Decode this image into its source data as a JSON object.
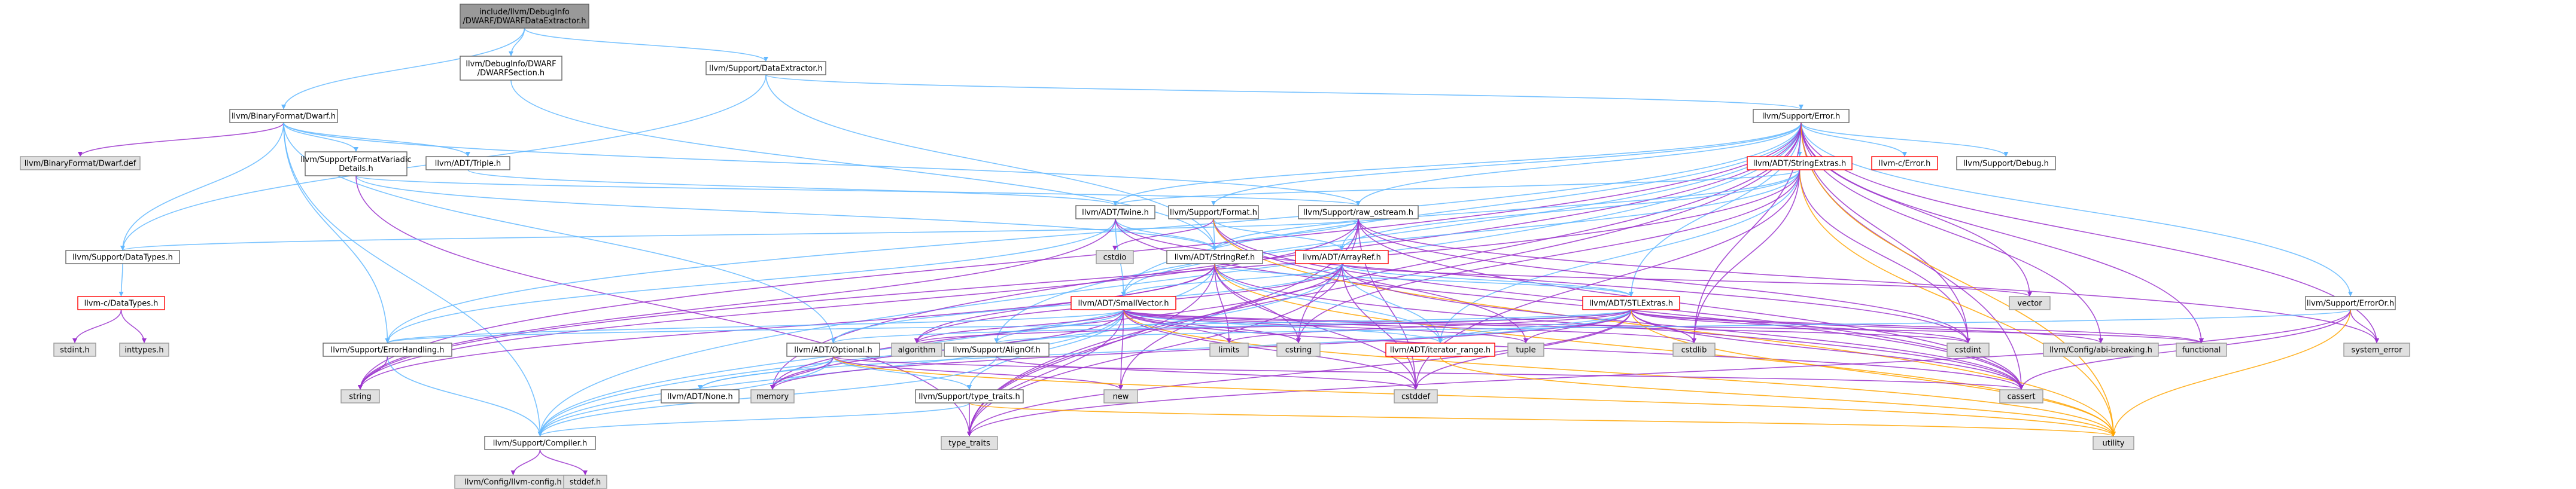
{
  "colors": {
    "edge_main": "#63b8ff",
    "edge_leaf": "#9a32cd",
    "edge_to_utility": "#ffa500",
    "node_fill": "#ffffff",
    "node_border": "#666666",
    "node_border_incomplete": "#ff0000",
    "external_fill": "#e0e0e0",
    "external_border": "#999999",
    "root_fill": "#999999",
    "root_border": "#666666"
  },
  "nodes": {
    "root": {
      "label": "include/llvm/DebugInfo\n/DWARF/DWARFDataExtractor.h",
      "kind": "root"
    },
    "dwarf_section": {
      "label": "llvm/DebugInfo/DWARF\n/DWARFSection.h",
      "kind": "normal"
    },
    "data_extractor": {
      "label": "llvm/Support/DataExtractor.h",
      "kind": "normal"
    },
    "binary_dwarf": {
      "label": "llvm/BinaryFormat/Dwarf.h",
      "kind": "normal"
    },
    "support_error": {
      "label": "llvm/Support/Error.h",
      "kind": "normal"
    },
    "dwarf_def": {
      "label": "llvm/BinaryFormat/Dwarf.def",
      "kind": "external"
    },
    "format_variadic": {
      "label": "llvm/Support/FormatVariadic\nDetails.h",
      "kind": "normal"
    },
    "triple": {
      "label": "llvm/ADT/Triple.h",
      "kind": "normal"
    },
    "string_extras": {
      "label": "llvm/ADT/StringExtras.h",
      "kind": "incomplete"
    },
    "llvm_c_error": {
      "label": "llvm-c/Error.h",
      "kind": "incomplete"
    },
    "support_debug": {
      "label": "llvm/Support/Debug.h",
      "kind": "normal"
    },
    "twine": {
      "label": "llvm/ADT/Twine.h",
      "kind": "normal"
    },
    "support_format": {
      "label": "llvm/Support/Format.h",
      "kind": "normal"
    },
    "raw_ostream": {
      "label": "llvm/Support/raw_ostream.h",
      "kind": "normal"
    },
    "cstdio": {
      "label": "cstdio",
      "kind": "external"
    },
    "string_ref": {
      "label": "llvm/ADT/StringRef.h",
      "kind": "normal"
    },
    "array_ref": {
      "label": "llvm/ADT/ArrayRef.h",
      "kind": "incomplete"
    },
    "data_types": {
      "label": "llvm/Support/DataTypes.h",
      "kind": "normal"
    },
    "c_data_types": {
      "label": "llvm-c/DataTypes.h",
      "kind": "incomplete"
    },
    "small_vector": {
      "label": "llvm/ADT/SmallVector.h",
      "kind": "incomplete"
    },
    "stl_extras": {
      "label": "llvm/ADT/STLExtras.h",
      "kind": "incomplete"
    },
    "vector": {
      "label": "vector",
      "kind": "external"
    },
    "error_or": {
      "label": "llvm/Support/ErrorOr.h",
      "kind": "normal"
    },
    "stdint": {
      "label": "stdint.h",
      "kind": "external"
    },
    "inttypes": {
      "label": "inttypes.h",
      "kind": "external"
    },
    "error_handling": {
      "label": "llvm/Support/ErrorHandling.h",
      "kind": "normal"
    },
    "optional": {
      "label": "llvm/ADT/Optional.h",
      "kind": "normal"
    },
    "algorithm": {
      "label": "algorithm",
      "kind": "external"
    },
    "limits": {
      "label": "limits",
      "kind": "external"
    },
    "cstring": {
      "label": "cstring",
      "kind": "external"
    },
    "align_of": {
      "label": "llvm/Support/AlignOf.h",
      "kind": "normal"
    },
    "iterator_range": {
      "label": "llvm/ADT/iterator_range.h",
      "kind": "incomplete"
    },
    "tuple": {
      "label": "tuple",
      "kind": "external"
    },
    "cstdlib": {
      "label": "cstdlib",
      "kind": "external"
    },
    "cstdint": {
      "label": "cstdint",
      "kind": "external"
    },
    "abi_breaking": {
      "label": "llvm/Config/abi-breaking.h",
      "kind": "external"
    },
    "functional": {
      "label": "functional",
      "kind": "external"
    },
    "system_error": {
      "label": "system_error",
      "kind": "external"
    },
    "string": {
      "label": "string",
      "kind": "external"
    },
    "memory": {
      "label": "memory",
      "kind": "external"
    },
    "adt_none": {
      "label": "llvm/ADT/None.h",
      "kind": "normal"
    },
    "new": {
      "label": "new",
      "kind": "external"
    },
    "type_traits_h": {
      "label": "llvm/Support/type_traits.h",
      "kind": "normal"
    },
    "cstddef": {
      "label": "cstddef",
      "kind": "external"
    },
    "cassert": {
      "label": "cassert",
      "kind": "external"
    },
    "compiler": {
      "label": "llvm/Support/Compiler.h",
      "kind": "normal"
    },
    "type_traits": {
      "label": "type_traits",
      "kind": "external"
    },
    "utility": {
      "label": "utility",
      "kind": "external"
    },
    "llvm_config": {
      "label": "llvm/Config/llvm-config.h",
      "kind": "external"
    },
    "stddef": {
      "label": "stddef.h",
      "kind": "external"
    }
  },
  "edges": [
    [
      "root",
      "dwarf_section"
    ],
    [
      "root",
      "data_extractor"
    ],
    [
      "root",
      "binary_dwarf"
    ],
    [
      "data_extractor",
      "support_error"
    ],
    [
      "data_extractor",
      "data_types"
    ],
    [
      "data_extractor",
      "string_ref"
    ],
    [
      "dwarf_section",
      "string_ref"
    ],
    [
      "binary_dwarf",
      "dwarf_def"
    ],
    [
      "binary_dwarf",
      "format_variadic"
    ],
    [
      "binary_dwarf",
      "triple"
    ],
    [
      "binary_dwarf",
      "data_types"
    ],
    [
      "binary_dwarf",
      "error_handling"
    ],
    [
      "binary_dwarf",
      "optional"
    ],
    [
      "binary_dwarf",
      "compiler"
    ],
    [
      "binary_dwarf",
      "raw_ostream"
    ],
    [
      "format_variadic",
      "string_ref"
    ],
    [
      "format_variadic",
      "raw_ostream"
    ],
    [
      "format_variadic",
      "type_traits"
    ],
    [
      "triple",
      "twine"
    ],
    [
      "support_error",
      "string_extras"
    ],
    [
      "support_error",
      "llvm_c_error"
    ],
    [
      "support_error",
      "support_debug"
    ],
    [
      "support_error",
      "twine"
    ],
    [
      "support_error",
      "support_format"
    ],
    [
      "support_error",
      "raw_ostream"
    ],
    [
      "support_error",
      "error_or"
    ],
    [
      "support_error",
      "abi_breaking"
    ],
    [
      "support_error",
      "error_handling"
    ],
    [
      "support_error",
      "compiler"
    ],
    [
      "support_error",
      "align_of"
    ],
    [
      "support_error",
      "stl_extras"
    ],
    [
      "support_error",
      "small_vector"
    ],
    [
      "support_error",
      "vector"
    ],
    [
      "support_error",
      "system_error"
    ],
    [
      "support_error",
      "functional"
    ],
    [
      "support_error",
      "cstdint"
    ],
    [
      "support_error",
      "cstdlib"
    ],
    [
      "support_error",
      "cassert"
    ],
    [
      "support_error",
      "memory"
    ],
    [
      "support_error",
      "string"
    ],
    [
      "support_error",
      "type_traits"
    ],
    [
      "support_error",
      "utility"
    ],
    [
      "support_error",
      "new"
    ],
    [
      "string_extras",
      "array_ref"
    ],
    [
      "string_extras",
      "small_vector"
    ],
    [
      "string_extras",
      "string_ref"
    ],
    [
      "string_extras",
      "twine"
    ],
    [
      "string_extras",
      "cstdint"
    ],
    [
      "string_extras",
      "cstdlib"
    ],
    [
      "string_extras",
      "cstring"
    ],
    [
      "string_extras",
      "iterator_range"
    ],
    [
      "string_extras",
      "string"
    ],
    [
      "string_extras",
      "utility"
    ],
    [
      "string_extras",
      "cstddef"
    ],
    [
      "twine",
      "small_vector"
    ],
    [
      "twine",
      "string_ref"
    ],
    [
      "twine",
      "error_handling"
    ],
    [
      "twine",
      "cassert"
    ],
    [
      "twine",
      "cstdint"
    ],
    [
      "twine",
      "string"
    ],
    [
      "support_format",
      "array_ref"
    ],
    [
      "support_format",
      "string_ref"
    ],
    [
      "support_format",
      "cassert"
    ],
    [
      "support_format",
      "cstdio"
    ],
    [
      "support_format",
      "tuple"
    ],
    [
      "support_format",
      "utility"
    ],
    [
      "raw_ostream",
      "array_ref"
    ],
    [
      "raw_ostream",
      "string_ref"
    ],
    [
      "raw_ostream",
      "data_types"
    ],
    [
      "raw_ostream",
      "cassert"
    ],
    [
      "raw_ostream",
      "cstddef"
    ],
    [
      "raw_ostream",
      "cstdint"
    ],
    [
      "raw_ostream",
      "cstring"
    ],
    [
      "raw_ostream",
      "string"
    ],
    [
      "raw_ostream",
      "system_error"
    ],
    [
      "raw_ostream",
      "type_traits"
    ],
    [
      "string_ref",
      "stl_extras"
    ],
    [
      "string_ref",
      "iterator_range"
    ],
    [
      "string_ref",
      "compiler"
    ],
    [
      "string_ref",
      "algorithm"
    ],
    [
      "string_ref",
      "cassert"
    ],
    [
      "string_ref",
      "cstddef"
    ],
    [
      "string_ref",
      "cstring"
    ],
    [
      "string_ref",
      "limits"
    ],
    [
      "string_ref",
      "string"
    ],
    [
      "string_ref",
      "type_traits"
    ],
    [
      "string_ref",
      "utility"
    ],
    [
      "array_ref",
      "none_placeholder"
    ],
    [
      "array_ref",
      "small_vector"
    ],
    [
      "array_ref",
      "stl_extras"
    ],
    [
      "array_ref",
      "compiler"
    ],
    [
      "array_ref",
      "algorithm"
    ],
    [
      "array_ref",
      "cassert"
    ],
    [
      "array_ref",
      "cstddef"
    ],
    [
      "array_ref",
      "iterator_range"
    ],
    [
      "array_ref",
      "memory"
    ],
    [
      "array_ref",
      "type_traits"
    ],
    [
      "array_ref",
      "vector"
    ],
    [
      "array_ref",
      "optional"
    ],
    [
      "data_types",
      "c_data_types"
    ],
    [
      "c_data_types",
      "stdint"
    ],
    [
      "c_data_types",
      "inttypes"
    ],
    [
      "small_vector",
      "compiler"
    ],
    [
      "small_vector",
      "error_handling"
    ],
    [
      "small_vector",
      "type_traits_h"
    ],
    [
      "small_vector",
      "algorithm"
    ],
    [
      "small_vector",
      "cassert"
    ],
    [
      "small_vector",
      "cstddef"
    ],
    [
      "small_vector",
      "cstdlib"
    ],
    [
      "small_vector",
      "cstring"
    ],
    [
      "small_vector",
      "iterator_range"
    ],
    [
      "small_vector",
      "limits"
    ],
    [
      "small_vector",
      "memory"
    ],
    [
      "small_vector",
      "new"
    ],
    [
      "small_vector",
      "type_traits"
    ],
    [
      "small_vector",
      "utility"
    ],
    [
      "small_vector",
      "align_of"
    ],
    [
      "small_vector",
      "cstdint"
    ],
    [
      "small_vector",
      "functional"
    ],
    [
      "small_vector",
      "tuple"
    ],
    [
      "stl_extras",
      "optional"
    ],
    [
      "stl_extras",
      "iterator_range"
    ],
    [
      "stl_extras",
      "abi_breaking"
    ],
    [
      "stl_extras",
      "error_handling"
    ],
    [
      "stl_extras",
      "algorithm"
    ],
    [
      "stl_extras",
      "cassert"
    ],
    [
      "stl_extras",
      "cstddef"
    ],
    [
      "stl_extras",
      "cstdint"
    ],
    [
      "stl_extras",
      "cstdlib"
    ],
    [
      "stl_extras",
      "functional"
    ],
    [
      "stl_extras",
      "limits"
    ],
    [
      "stl_extras",
      "memory"
    ],
    [
      "stl_extras",
      "tuple"
    ],
    [
      "stl_extras",
      "type_traits"
    ],
    [
      "stl_extras",
      "utility"
    ],
    [
      "stl_extras",
      "adt_none"
    ],
    [
      "error_or",
      "align_of"
    ],
    [
      "error_or",
      "cassert"
    ],
    [
      "error_or",
      "system_error"
    ],
    [
      "error_or",
      "type_traits"
    ],
    [
      "error_or",
      "utility"
    ],
    [
      "error_handling",
      "compiler"
    ],
    [
      "error_handling",
      "string"
    ],
    [
      "optional",
      "adt_none"
    ],
    [
      "optional",
      "compiler"
    ],
    [
      "optional",
      "type_traits_h"
    ],
    [
      "optional",
      "cassert"
    ],
    [
      "optional",
      "memory"
    ],
    [
      "optional",
      "new"
    ],
    [
      "optional",
      "utility"
    ],
    [
      "align_of",
      "compiler"
    ],
    [
      "align_of",
      "cstddef"
    ],
    [
      "iterator_range",
      "utility"
    ],
    [
      "type_traits_h",
      "compiler"
    ],
    [
      "type_traits_h",
      "type_traits"
    ],
    [
      "type_traits_h",
      "utility"
    ],
    [
      "compiler",
      "llvm_config"
    ],
    [
      "compiler",
      "stddef"
    ]
  ]
}
